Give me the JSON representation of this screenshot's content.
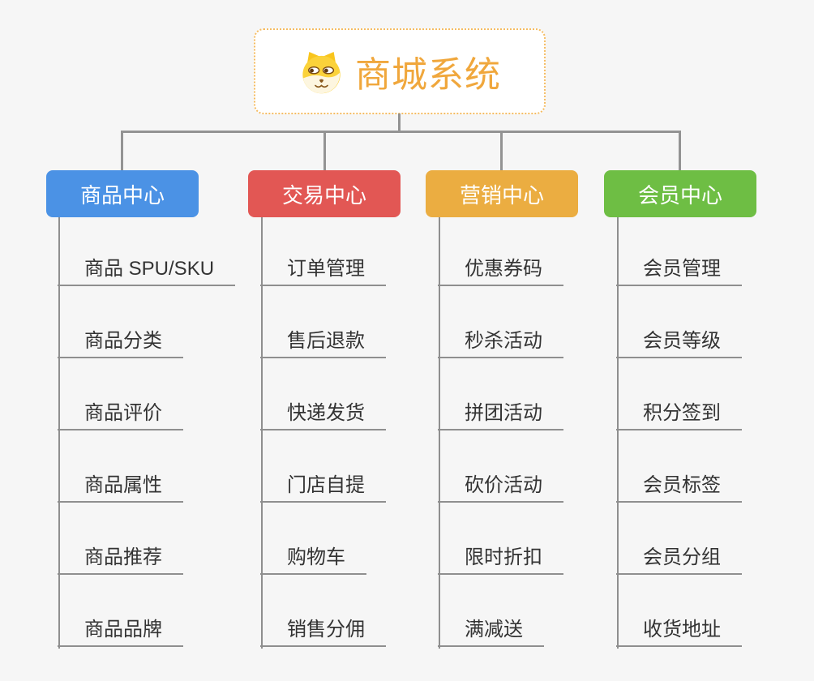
{
  "root": {
    "title": "商城系统",
    "icon": "dog-face-icon"
  },
  "branches": [
    {
      "label": "商品中心",
      "color": "#4B92E5",
      "items": [
        "商品 SPU/SKU",
        "商品分类",
        "商品评价",
        "商品属性",
        "商品推荐",
        "商品品牌"
      ]
    },
    {
      "label": "交易中心",
      "color": "#E25754",
      "items": [
        "订单管理",
        "售后退款",
        "快递发货",
        "门店自提",
        "购物车",
        "销售分佣"
      ]
    },
    {
      "label": "营销中心",
      "color": "#EBAD41",
      "items": [
        "优惠券码",
        "秒杀活动",
        "拼团活动",
        "砍价活动",
        "限时折扣",
        "满减送"
      ]
    },
    {
      "label": "会员中心",
      "color": "#6EBE44",
      "items": [
        "会员管理",
        "会员等级",
        "积分签到",
        "会员标签",
        "会员分组",
        "收货地址"
      ]
    }
  ],
  "colors": {
    "background": "#f6f6f6",
    "root_border": "#f5bc62",
    "root_title": "#f0a73c",
    "connector": "#8f8f8f",
    "leaf_text": "#333333"
  }
}
